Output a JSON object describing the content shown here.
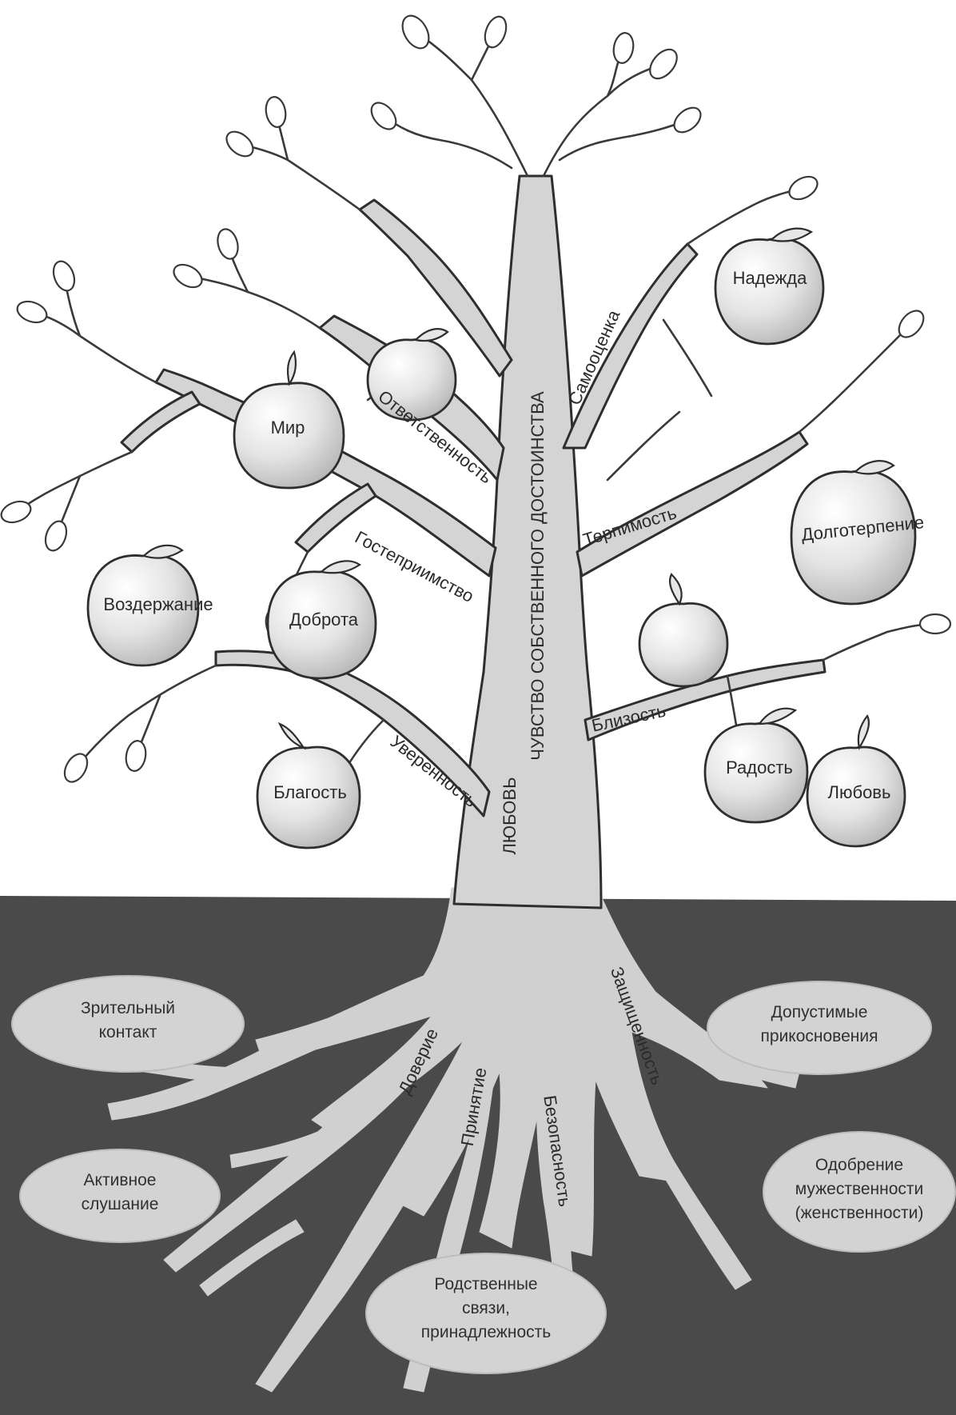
{
  "trunk_labels": {
    "main": "ЧУВСТВО СОБСТВЕННОГО ДОСТОИНСТВА",
    "base": "ЛЮБОВЬ"
  },
  "branch_labels": {
    "self_esteem": "Самооценка",
    "responsibility": "Ответственность",
    "hospitality": "Гостеприимство",
    "tolerance": "Терпимость",
    "closeness": "Близость",
    "confidence": "Уверенность"
  },
  "apple_labels": {
    "hope": "Надежда",
    "peace": "Мир",
    "longsuffering": "Долготерпение",
    "abstinence": "Воздержание",
    "kindness": "Доброта",
    "goodness": "Благость",
    "joy": "Радость",
    "love": "Любовь"
  },
  "root_labels": {
    "trust": "Доверие",
    "acceptance": "Принятие",
    "safety": "Безопасность",
    "protection": "Защищенность"
  },
  "ground_nodes": {
    "eye_contact": [
      "Зрительный",
      "контакт"
    ],
    "touch": [
      "Допустимые",
      "прикосновения"
    ],
    "listening": [
      "Активное",
      "слушание"
    ],
    "approval": [
      "Одобрение",
      "мужественности",
      "(женственности)"
    ],
    "kinship": [
      "Родственные",
      "связи,",
      "принадлежность"
    ]
  },
  "colors": {
    "ground": "#4a4a4a",
    "roots": "#d0d0d0",
    "branches": "#d4d4d4",
    "outline": "#2e2e2e",
    "apple_light": "#ffffff",
    "apple_dark": "#bdbdbd"
  }
}
